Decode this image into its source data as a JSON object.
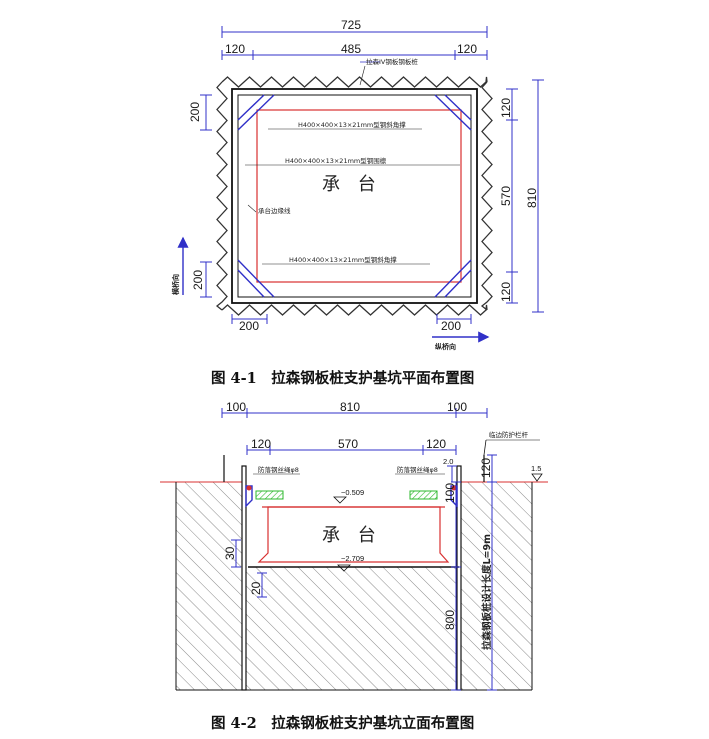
{
  "plan": {
    "dims": {
      "total_width": "725",
      "inner_width": "485",
      "left_margin": "120",
      "right_margin": "120",
      "total_height": "810",
      "inner_height": "570",
      "top_margin": "120",
      "bottom_margin": "120",
      "left_top_brace": "200",
      "left_bottom_brace": "200",
      "bottom_left_brace": "200",
      "bottom_right_brace": "200"
    },
    "labels": {
      "sheet_pile": "拉森IV钢板钢板桩",
      "top_brace": "H400×400×13×21mm型钢斜角撑",
      "waler": "H400×400×13×21mm型钢围檩",
      "cap": "承 台",
      "cap_edge": "承台边缘线",
      "bottom_brace": "H400×400×13×21mm型钢斜角撑",
      "transverse": "横桥向",
      "longitudinal": "纵桥向"
    },
    "caption": "图 4-1　拉森钢板桩支护基坑平面布置图"
  },
  "section": {
    "dims": {
      "left_offset": "100",
      "total_width": "810",
      "right_offset": "100",
      "left_margin": "120",
      "inner_width": "570",
      "right_margin": "120",
      "right_top_120": "120",
      "right_top_100": "100",
      "right_top_20": "2.0",
      "slope": "1.5",
      "left_30": "30",
      "left_20": "20",
      "right_800": "800"
    },
    "labels": {
      "guard_rail": "临边防护栏杆",
      "net_left": "防落钢丝绳φ8",
      "net_right": "防落钢丝绳φ8",
      "elev_top": "−0.509",
      "elev_bottom": "−2.709",
      "cap": "承 台",
      "pile_length": "拉森钢板桩设计长度L=9m"
    },
    "caption": "图 4-2　拉森钢板桩支护基坑立面布置图"
  },
  "colors": {
    "line": "#1a1a1a",
    "blue": "#3030c8",
    "red": "#d83030",
    "green": "#2eb82e",
    "hatch": "#8a8a8a"
  }
}
